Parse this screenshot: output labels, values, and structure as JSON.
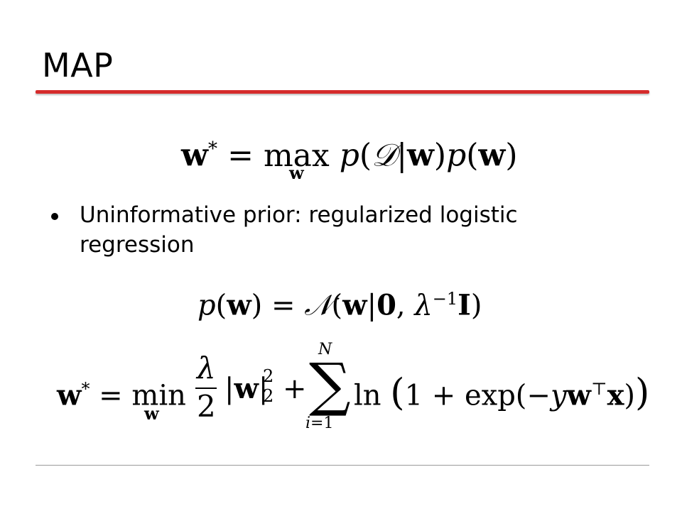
{
  "title": "MAP",
  "bullet": {
    "text": "Uninformative prior: regularized logistic regression"
  },
  "equations": {
    "map_objective": "w* = max_w p(D|w)p(w)",
    "prior": "p(w) = N(w|0, λ^{-1} I)",
    "regularized_objective": "w* = min_w (λ/2)|w|_2^2 + Σ_{i=1}^{N} ln(1 + exp(−y wᵀx))"
  },
  "colors": {
    "accent_rule": "#d52b2b",
    "footer_rule": "#9a9a9a",
    "text": "#000000"
  }
}
